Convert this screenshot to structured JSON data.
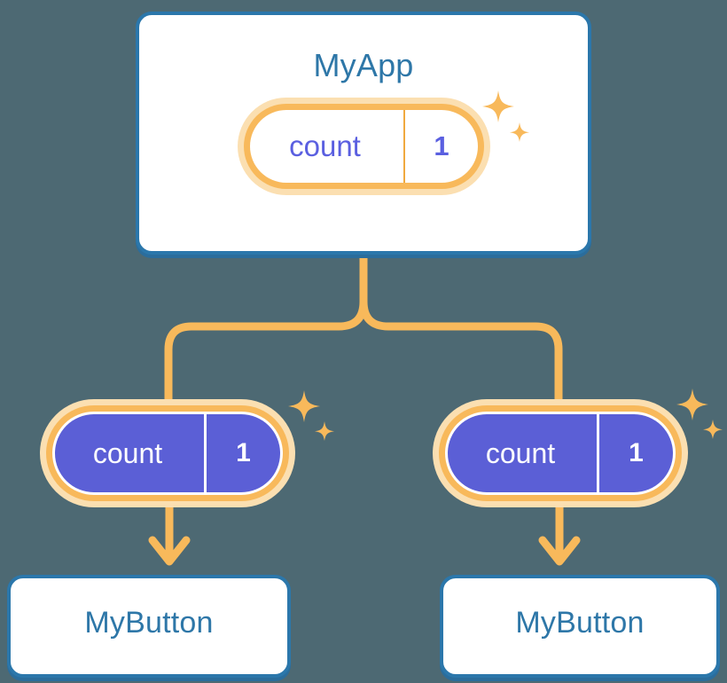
{
  "diagram": {
    "background_color": "#4d6973",
    "accent_orange": "#f8b95b",
    "accent_orange_soft": "#fbdfb1",
    "accent_blue": "#2b77ab",
    "accent_purple": "#5b5fd6",
    "title_text_color": "#2e77a8"
  },
  "root": {
    "title": "MyApp",
    "state": {
      "key": "count",
      "value": "1"
    }
  },
  "children": [
    {
      "title": "MyButton",
      "state": {
        "key": "count",
        "value": "1"
      }
    },
    {
      "title": "MyButton",
      "state": {
        "key": "count",
        "value": "1"
      }
    }
  ],
  "icons": {
    "sparkle": "sparkle-icon"
  }
}
